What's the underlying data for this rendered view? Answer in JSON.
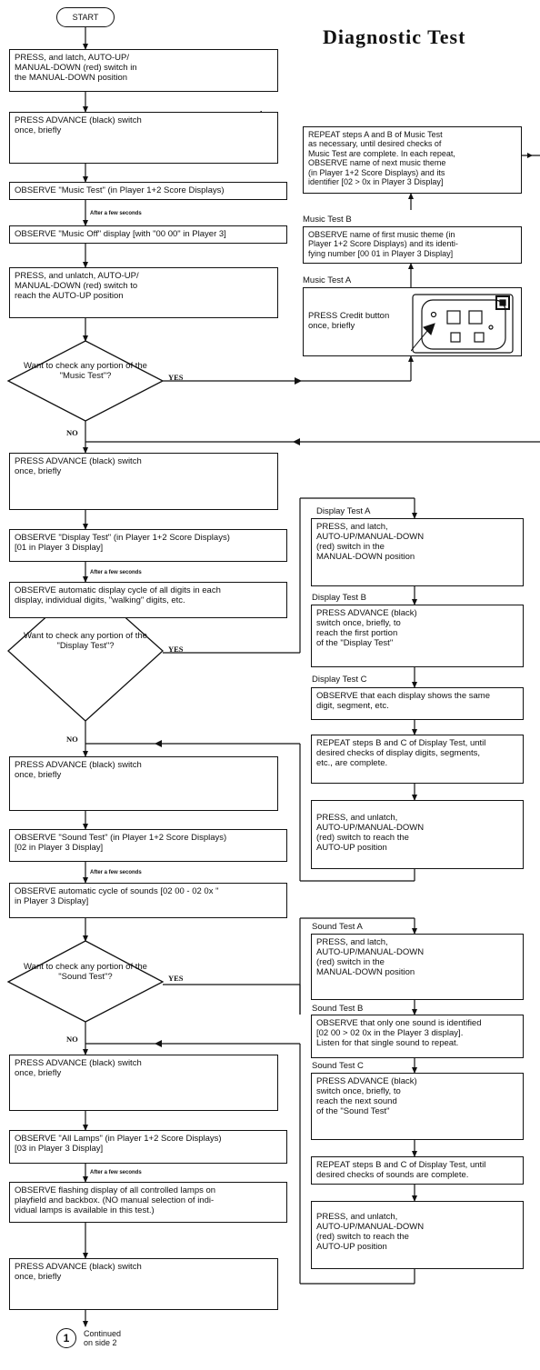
{
  "title": "Diagnostic Test",
  "start_label": "START",
  "continued": {
    "number": "1",
    "text": "Continued\non side 2"
  },
  "left": {
    "b1": "PRESS, and latch, AUTO-UP/\nMANUAL-DOWN (red) switch in\nthe MANUAL-DOWN position",
    "b2": "PRESS ADVANCE (black) switch\nonce, briefly",
    "b3": "OBSERVE \"Music Test\" (in Player 1+2 Score Displays)",
    "b4": "OBSERVE \"Music Off\" display [with \"00 00\" in Player 3]",
    "b5": "PRESS, and unlatch, AUTO-UP/\nMANUAL-DOWN (red) switch to\nreach the AUTO-UP position",
    "d1": "Want\nto check any portion\nof the \"Music\nTest\"?",
    "b6": "PRESS ADVANCE (black) switch\nonce, briefly",
    "b7": "OBSERVE \"Display Test\" (in Player 1+2 Score Displays)\n[01 in Player 3 Display]",
    "b8": "OBSERVE automatic display cycle of all digits in each\ndisplay, individual digits, \"walking\" digits, etc.",
    "d2": "Want\nto check any portion\nof the \"Display\nTest\"?",
    "b9": "PRESS ADVANCE (black) switch\nonce, briefly",
    "b10": "OBSERVE \"Sound Test\" (in Player 1+2 Score Displays)\n[02 in Player 3 Display]",
    "b11": "OBSERVE automatic cycle of sounds [02 00 - 02 0x \"\nin Player 3 Display]",
    "d3": "Want\nto check any portion\nof the \"Sound\nTest\"?",
    "b12": "PRESS ADVANCE (black) switch\nonce, briefly",
    "b13": "OBSERVE \"All Lamps\" (in Player 1+2 Score Displays)\n[03 in Player 3 Display]",
    "b14": "OBSERVE flashing display  of all controlled lamps on\nplayfield and backbox. (NO manual selection of indi-\nvidual lamps is available in this test.)",
    "b15": "PRESS ADVANCE (black) switch\nonce, briefly"
  },
  "after_few_seconds": "After a few seconds",
  "yes": "YES",
  "no": "NO",
  "right": {
    "music_repeat": "REPEAT steps A and B of Music Test\nas necessary, until desired checks of\nMusic Test are complete.  In each repeat,\nOBSERVE name of next music theme\n(in Player 1+2 Score Displays) and its\nidentifier [02 > 0x in Player 3 Display]",
    "music_b_label": "Music Test B",
    "music_b": "OBSERVE name of first music theme (in\nPlayer 1+2 Score Displays) and its identi-\nfying number [00  01 in Player 3 Display]",
    "music_a_label": "Music Test A",
    "music_a": "PRESS Credit button\nonce, briefly",
    "disp_a_label": "Display Test A",
    "disp_a": "PRESS, and latch,\nAUTO-UP/MANUAL-DOWN\n(red) switch in the\nMANUAL-DOWN position",
    "disp_b_label": "Display Test B",
    "disp_b": "PRESS ADVANCE (black)\nswitch once, briefly, to\nreach the first portion\nof the \"Display Test\"",
    "disp_c_label": "Display Test C",
    "disp_c": "OBSERVE that each display shows the same\ndigit, segment, etc.",
    "disp_repeat": "REPEAT steps B and C of Display Test, until\ndesired checks of display digits, segments,\netc., are complete.",
    "disp_unlatch": "PRESS, and unlatch,\nAUTO-UP/MANUAL-DOWN\n(red) switch to reach the\nAUTO-UP position",
    "snd_a_label": "Sound Test A",
    "snd_a": "PRESS, and latch,\nAUTO-UP/MANUAL-DOWN\n(red) switch in the\nMANUAL-DOWN position",
    "snd_b_label": "Sound Test B",
    "snd_b": "OBSERVE that only one sound is identified\n[02  00 > 02  0x in the Player 3 display].\nListen for that single sound to repeat.",
    "snd_c_label": "Sound Test C",
    "snd_c": "PRESS ADVANCE (black)\nswitch once, briefly, to\nreach the next sound\nof the \"Sound Test\"",
    "snd_repeat": "REPEAT steps B and C of Display Test, until\ndesired checks of sounds are complete.",
    "snd_unlatch": "PRESS, and unlatch,\nAUTO-UP/MANUAL-DOWN\n(red) switch to reach the\nAUTO-UP position"
  }
}
